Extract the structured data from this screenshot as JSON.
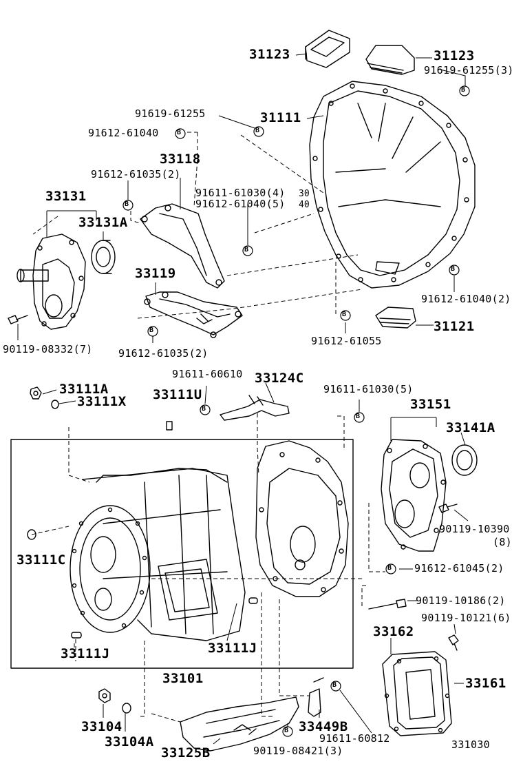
{
  "diagram_id": "331030",
  "bolt_marker": "B",
  "parts": {
    "p31123a": "31123",
    "p31123b": "31123",
    "p91619_61255_3": "91619-61255(3)",
    "p91619_61255": "91619-61255",
    "p31111": "31111",
    "p91612_61040_top": "91612-61040",
    "p33118": "33118",
    "p91612_61035_2a": "91612-61035(2)",
    "p33131": "33131",
    "p33131A": "33131A",
    "p91611_61030_4": "91611-61030(4)",
    "p91612_61040_5": "91612-61040(5)",
    "n30": "30",
    "n40": "40",
    "p33119": "33119",
    "p91612_61040_2": "91612-61040(2)",
    "p31121": "31121",
    "p90119_08332_7": "90119-08332(7)",
    "p91612_61035_2b": "91612-61035(2)",
    "p91612_61055": "91612-61055",
    "p33111A": "33111A",
    "p33111X": "33111X",
    "p91611_60610": "91611-60610",
    "p33124C": "33124C",
    "p33111U": "33111U",
    "p91611_61030_5": "91611-61030(5)",
    "p33151": "33151",
    "p33141A": "33141A",
    "p90119_10390": "90119-10390",
    "p90119_10390_qty": "(8)",
    "p33111C": "33111C",
    "p91612_61045_2": "91612-61045(2)",
    "p90119_10186_2": "90119-10186(2)",
    "p90119_10121_6": "90119-10121(6)",
    "p33162": "33162",
    "p33161": "33161",
    "p33111J_left": "33111J",
    "p33111J_mid": "33111J",
    "p33101": "33101",
    "p33104": "33104",
    "p33104A": "33104A",
    "p33125B": "33125B",
    "p90119_08421_3": "90119-08421(3)",
    "p33449B": "33449B",
    "p91611_60812": "91611-60812",
    "diagram_ref": "331030"
  }
}
